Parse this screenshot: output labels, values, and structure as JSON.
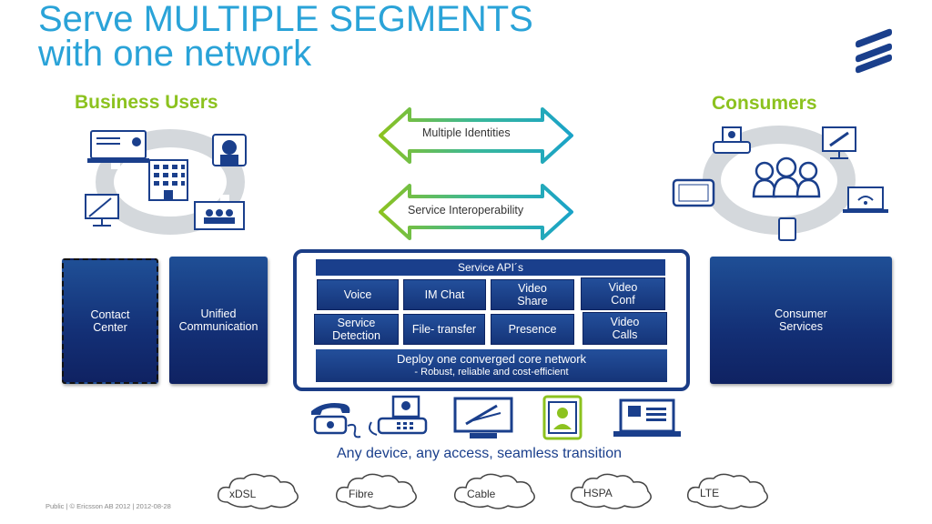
{
  "title": {
    "line1": "Serve MULTIPLE SEGMENTS",
    "line2": "with one network"
  },
  "logo_icon": "ericsson-logo-icon",
  "business": {
    "label": "Business Users"
  },
  "consumers": {
    "label": "Consumers"
  },
  "arrows": {
    "top_label": "Multiple Identities",
    "bottom_label": "Service Interoperability"
  },
  "left_panels": [
    {
      "label": "Contact\nCenter"
    },
    {
      "label": "Unified\nCommunication"
    }
  ],
  "right_panel": {
    "label": "Consumer\nServices"
  },
  "core": {
    "api_label": "Service API´s",
    "services_row1": [
      "Voice",
      "IM Chat",
      "Video\nShare",
      "Video\nConf"
    ],
    "services_row2": [
      "Service\nDetection",
      "File- transfer",
      "Presence",
      "Video\nCalls"
    ],
    "network_title": "Deploy one converged core network",
    "network_subtitle": "- Robust, reliable and cost-efficient"
  },
  "devices_caption": "Any device, any access, seamless transition",
  "access_networks": [
    "xDSL",
    "Fibre",
    "Cable",
    "HSPA",
    "LTE"
  ],
  "footer": "Public  |  © Ericsson AB 2012  |  2012-08-28",
  "colors": {
    "title": "#2aa3d8",
    "group_label": "#8cc21f",
    "panel_dark_blue": "#132f75",
    "arrow_green": "#8cc21f",
    "arrow_teal": "#1aa3c8"
  }
}
